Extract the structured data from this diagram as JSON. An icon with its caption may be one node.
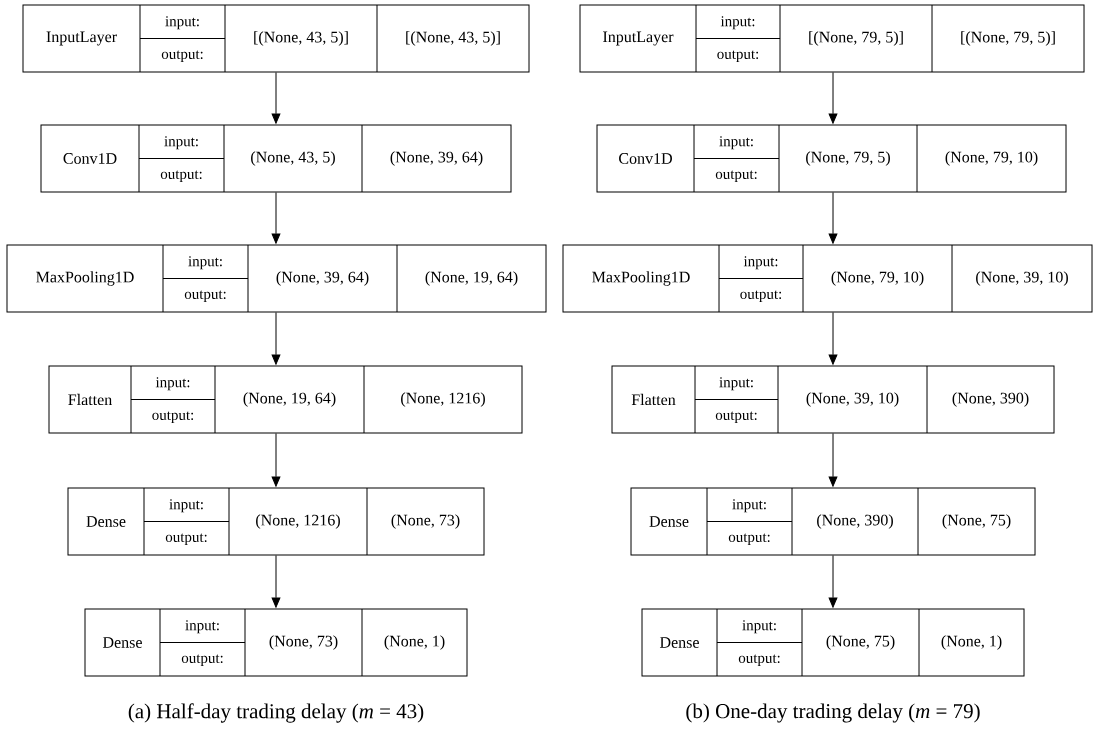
{
  "diagram": {
    "nodes": [
      {
        "text": [
          "InputLayer",
          "input:",
          "output:",
          "[(None, 43, 5)]",
          "[(None, 43, 5)]"
        ]
      },
      {
        "text": [
          "Conv1D",
          "input:",
          "output:",
          "(None, 43, 5)",
          "(None, 39, 64)"
        ]
      },
      {
        "text": [
          "MaxPooling1D",
          "input:",
          "output:",
          "(None, 39, 64)",
          "(None, 19, 64)"
        ]
      },
      {
        "text": [
          "Flatten",
          "input:",
          "output:",
          "(None, 19, 64)",
          "(None, 1216)"
        ]
      },
      {
        "text": [
          "Dense",
          "input:",
          "output:",
          "(None, 1216)",
          "(None, 73)"
        ]
      },
      {
        "text": [
          "Dense",
          "input:",
          "output:",
          "(None, 73)",
          "(None, 1)"
        ]
      },
      {
        "text": [
          "InputLayer",
          "input:",
          "output:",
          "[(None, 79, 5)]",
          "[(None, 79, 5)]"
        ]
      },
      {
        "text": [
          "Conv1D",
          "input:",
          "output:",
          "(None, 79, 5)",
          "(None, 79, 10)"
        ]
      },
      {
        "text": [
          "MaxPooling1D",
          "input:",
          "output:",
          "(None, 79, 10)",
          "(None, 39, 10)"
        ]
      },
      {
        "text": [
          "Flatten",
          "input:",
          "output:",
          "(None, 39, 10)",
          "(None, 390)"
        ]
      },
      {
        "text": [
          "Dense",
          "input:",
          "output:",
          "(None, 390)",
          "(None, 75)"
        ]
      },
      {
        "text": [
          "Dense",
          "input:",
          "output:",
          "(None, 75)",
          "(None, 1)"
        ]
      }
    ],
    "edges": [
      {
        "from": 0,
        "to": 1,
        "arrow": "to"
      },
      {
        "from": 1,
        "to": 2,
        "arrow": "to"
      },
      {
        "from": 2,
        "to": 3,
        "arrow": "to"
      },
      {
        "from": 3,
        "to": 4,
        "arrow": "to"
      },
      {
        "from": 4,
        "to": 5,
        "arrow": "to"
      },
      {
        "from": 6,
        "to": 7,
        "arrow": "to"
      },
      {
        "from": 7,
        "to": 8,
        "arrow": "to"
      },
      {
        "from": 8,
        "to": 9,
        "arrow": "to"
      },
      {
        "from": 9,
        "to": 10,
        "arrow": "to"
      },
      {
        "from": 10,
        "to": 11,
        "arrow": "to"
      }
    ],
    "labels": [
      "(a) Half-day trading delay (*m* = 43)",
      "(b) One-day trading delay (*m* = 79)"
    ]
  }
}
